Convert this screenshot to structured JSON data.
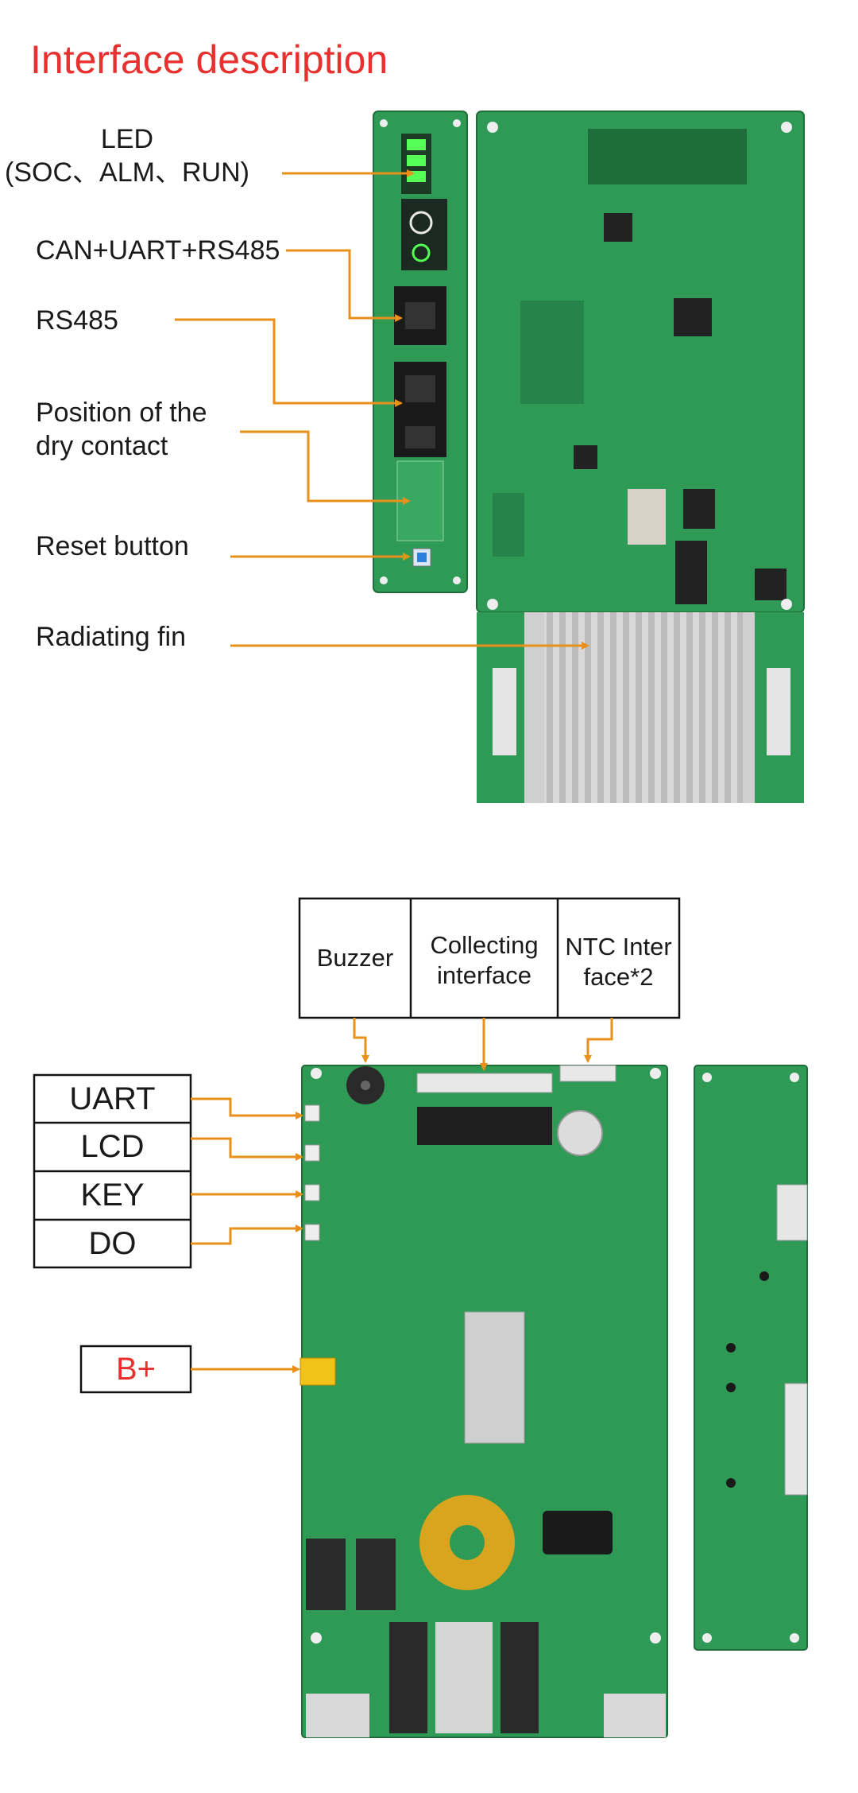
{
  "title": "Interface description",
  "top_section": {
    "labels": {
      "led_line1": "LED",
      "led_line2": "(SOC、ALM、RUN)",
      "can_uart_rs485": "CAN+UART+RS485",
      "rs485": "RS485",
      "dry_contact_line1": "Position of the",
      "dry_contact_line2": "dry contact",
      "reset_button": "Reset button",
      "radiating_fin": "Radiating fin"
    }
  },
  "bottom_section": {
    "top_boxes": {
      "buzzer": "Buzzer",
      "collecting_line1": "Collecting",
      "collecting_line2": "interface",
      "ntc_line1": "NTC Inter",
      "ntc_line2": "face*2"
    },
    "left_boxes": [
      "UART",
      "LCD",
      "KEY",
      "DO"
    ],
    "bplus": "B+"
  },
  "colors": {
    "title": "#e8312f",
    "arrow": "#e8901a",
    "pcb": "#2f9a55",
    "pcb_dark": "#1f6e3a",
    "bplus_text": "#e8312f"
  }
}
